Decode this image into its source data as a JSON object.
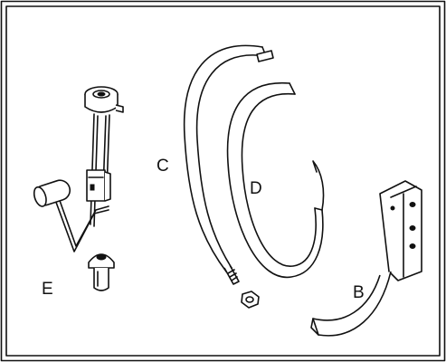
{
  "labels": {
    "a": "E",
    "b": "C",
    "c": "D",
    "d": "B"
  }
}
